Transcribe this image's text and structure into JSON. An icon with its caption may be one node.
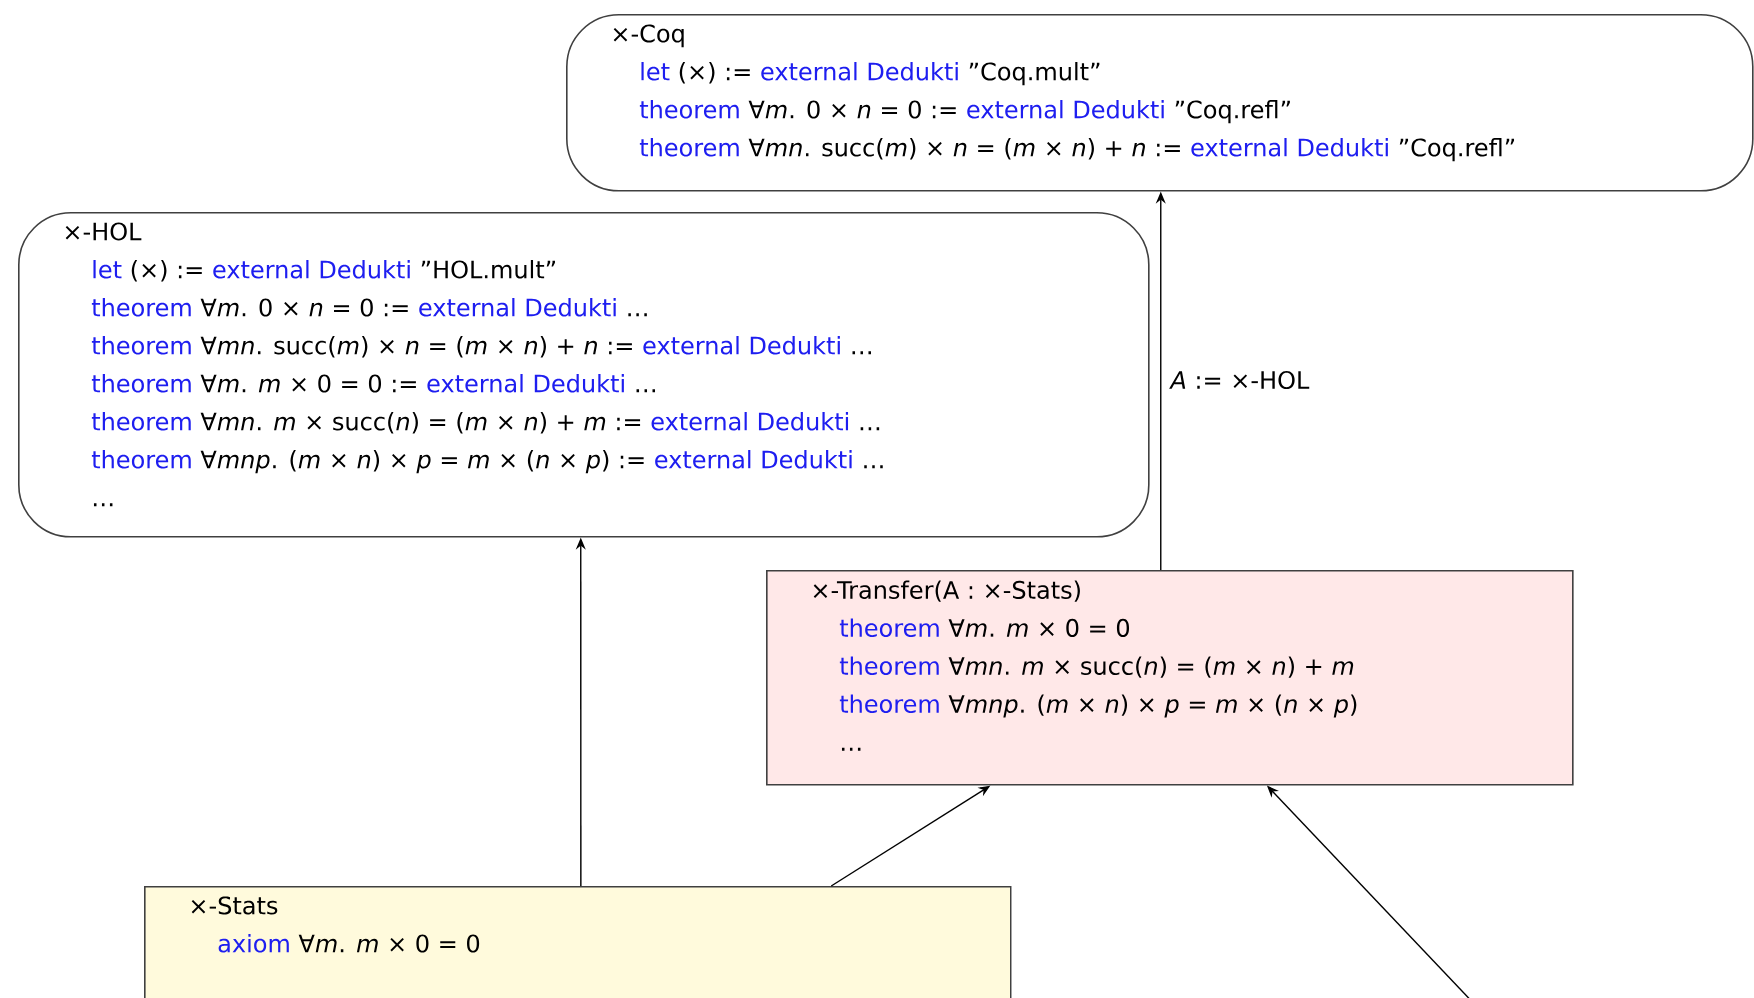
{
  "diagram": {
    "nodes": [
      {
        "text": [
          "×-Coq",
          "let",
          "(×) :=",
          "external Dedukti",
          "”Coq.mult”",
          "theorem",
          "∀*m*. 0 × *n* = 0 :=",
          "external Dedukti",
          "”Coq.refl”",
          "theorem",
          "∀*mn*. succ(*m*) × *n* = (*m* × *n*) + *n* :=",
          "external Dedukti",
          "”Coq.refl”"
        ]
      },
      {
        "text": [
          "×-HOL",
          "let",
          "(×) :=",
          "external Dedukti",
          "”HOL.mult”",
          "theorem",
          "∀*m*. 0 × *n* = 0 :=",
          "external Dedukti",
          "…",
          "theorem",
          "∀*mn*. succ(*m*) × *n* = (*m* × *n*) + *n* :=",
          "external Dedukti",
          "…",
          "theorem",
          "∀*m*. *m* × 0 = 0 :=",
          "external Dedukti",
          "…",
          "theorem",
          "∀*mn*. *m* × succ(*n*) = (*m* × *n*) + *m* :=",
          "external Dedukti",
          "…",
          "theorem",
          "∀*mnp*. (*m* × *n*) × *p* = *m* × (*n* × *p*) :=",
          "external Dedukti",
          "…",
          "…"
        ]
      },
      {
        "text": [
          "×-Transfer(A : ×-Stats)",
          "theorem",
          "∀*m*. *m* × 0 = 0",
          "theorem",
          "∀*mn*. *m* × succ(*n*) = (*m* × *n*) + *m*",
          "theorem",
          "∀*mnp*. (*m* × *n*) × *p* = *m* × (*n* × *p*)",
          "…"
        ]
      },
      {
        "text": [
          "×-Stats",
          "axiom",
          "∀*m*. *m* × 0 = 0"
        ]
      }
    ],
    "edges": [
      {
        "from": 3,
        "to": 1,
        "arrow": "to"
      },
      {
        "from": 3,
        "to": 2,
        "arrow": "to"
      },
      {
        "from": null,
        "to": 2,
        "arrow": "to"
      },
      {
        "from": 2,
        "to": 0,
        "arrow": "to",
        "label": "*A* := ×-HOL"
      }
    ]
  }
}
